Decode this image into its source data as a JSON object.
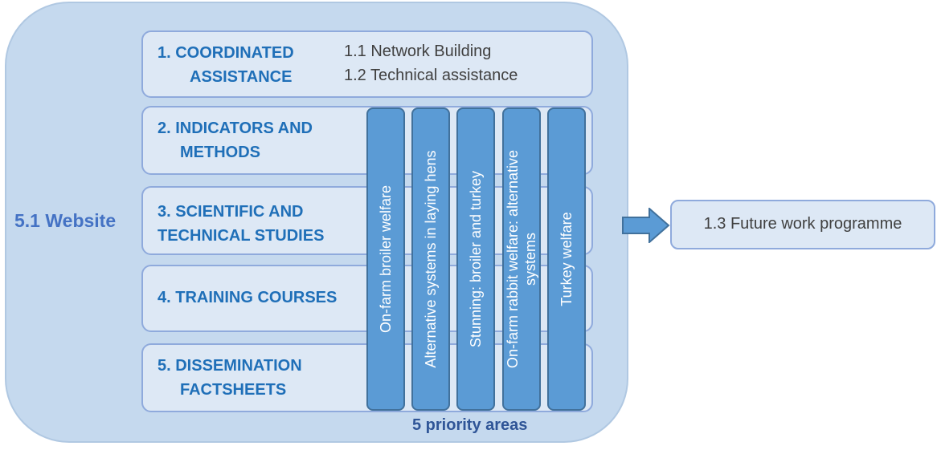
{
  "website": {
    "label": "5.1 Website"
  },
  "rows": [
    {
      "title_line1": "1.   COORDINATED",
      "title_line2": "ASSISTANCE",
      "sub_items": [
        "1.1 Network Building",
        "1.2 Technical assistance"
      ]
    },
    {
      "title_line1": "2. INDICATORS AND",
      "title_line2": "METHODS"
    },
    {
      "title_line1": "3. SCIENTIFIC AND",
      "title_line2": "TECHNICAL STUDIES"
    },
    {
      "title_line1": "4. TRAINING COURSES"
    },
    {
      "title_line1": "5. DISSEMINATION",
      "title_line2": "FACTSHEETS"
    }
  ],
  "priority_areas": {
    "label": "5 priority areas",
    "items": [
      "On-farm broiler welfare",
      "Alternative systems in laying hens",
      "Stunning: broiler and turkey",
      "On-farm rabbit welfare: alternative systems",
      "Turkey welfare"
    ]
  },
  "future": {
    "label": "1.3 Future work programme"
  },
  "colors": {
    "outer": "#c5d9ee",
    "box": "#dde8f5",
    "column": "#5b9bd5",
    "title": "#1f6fb8",
    "website": "#4472c4"
  }
}
